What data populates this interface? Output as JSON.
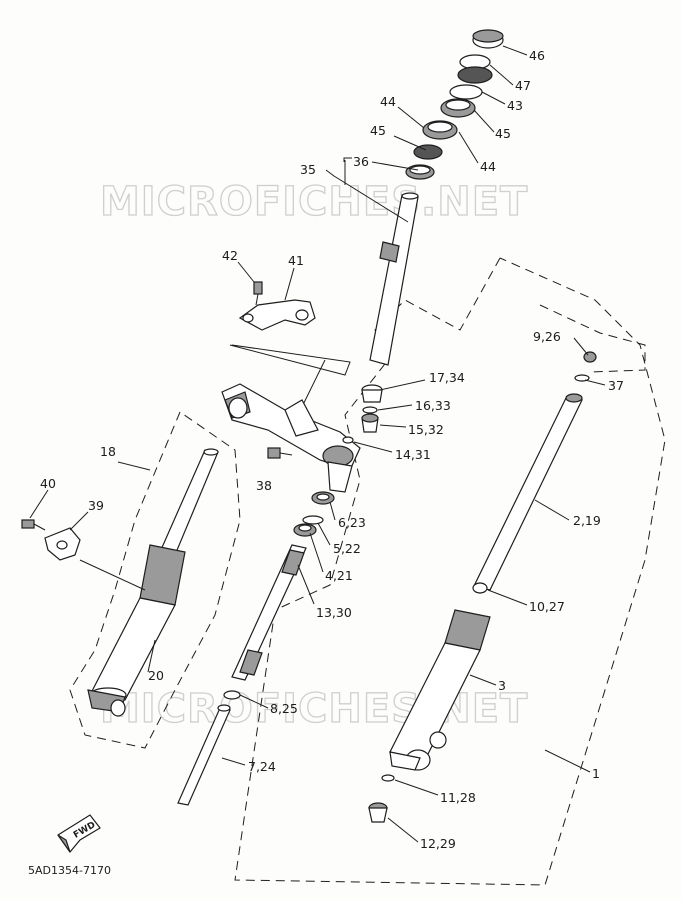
{
  "watermarks": [
    "MICROFICHES.NET",
    "MICROFICHES.NET"
  ],
  "diagram_code": "5AD1354-7170",
  "fwd_label": "FWD",
  "callouts": {
    "c46": "46",
    "c47": "47",
    "c43": "43",
    "c45a": "45",
    "c44a": "44",
    "c44b": "44",
    "c45b": "45",
    "c36": "36",
    "c35": "35",
    "c42": "42",
    "c41": "41",
    "c17_34": "17,34",
    "c16_33": "16,33",
    "c15_32": "15,32",
    "c14_31": "14,31",
    "c38": "38",
    "c18": "18",
    "c40": "40",
    "c39": "39",
    "c6_23": "6,23",
    "c5_22": "5,22",
    "c4_21": "4,21",
    "c13_30": "13,30",
    "c20": "20",
    "c8_25": "8,25",
    "c7_24": "7,24",
    "c9_26": "9,26",
    "c37": "37",
    "c2_19": "2,19",
    "c10_27": "10,27",
    "c3": "3",
    "c1": "1",
    "c11_28": "11,28",
    "c12_29": "12,29"
  }
}
